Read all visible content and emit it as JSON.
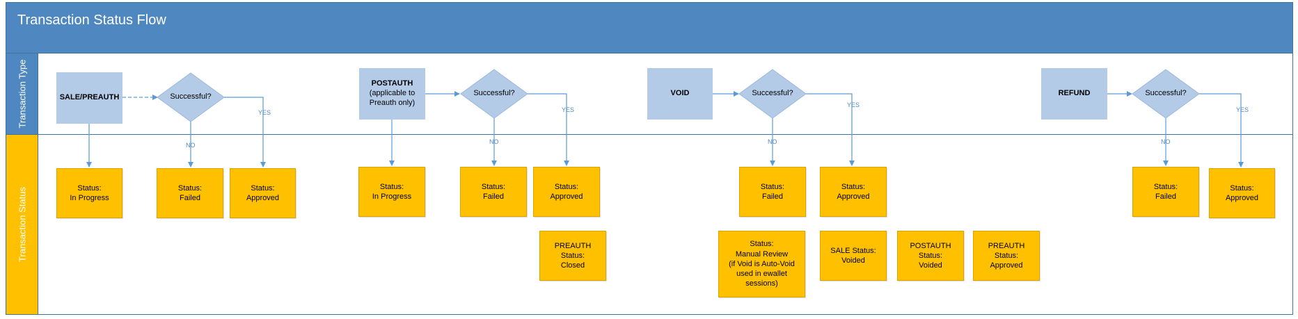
{
  "title": "Transaction Status Flow",
  "lanes": {
    "type": "Transaction Type",
    "status": "Transaction Status"
  },
  "types": {
    "sale": "SALE/PREAUTH",
    "postauth": "POSTAUTH",
    "postauth_note": "(applicable to Preauth only)",
    "void": "VOID",
    "refund": "REFUND"
  },
  "decision": "Successful?",
  "edge_labels": {
    "no": "NO",
    "yes": "YES"
  },
  "statuses": {
    "sale_in_progress": "Status:\nIn Progress",
    "sale_failed": "Status:\nFailed",
    "sale_approved": "Status:\nApproved",
    "post_in_progress": "Status:\nIn Progress",
    "post_failed": "Status:\nFailed",
    "post_approved": "Status:\nApproved",
    "preauth_closed": "PREAUTH\nStatus:\nClosed",
    "void_failed": "Status:\nFailed",
    "void_approved": "Status:\nApproved",
    "manual_review": "Status:\nManual Review\n(if Void is Auto-Void\nused in ewallet\nsessions)",
    "sale_voided": "SALE Status:\nVoided",
    "postauth_voided": "POSTAUTH\nStatus:\nVoided",
    "preauth_approved": "PREAUTH\nStatus:\nApproved",
    "refund_failed": "Status:\nFailed",
    "refund_approved": "Status:\nApproved"
  },
  "colors": {
    "lane_blue": "#4f88c0",
    "process_blue": "#b4cbe8",
    "status_yellow": "#ffc000",
    "connector": "#5b9bd5"
  }
}
